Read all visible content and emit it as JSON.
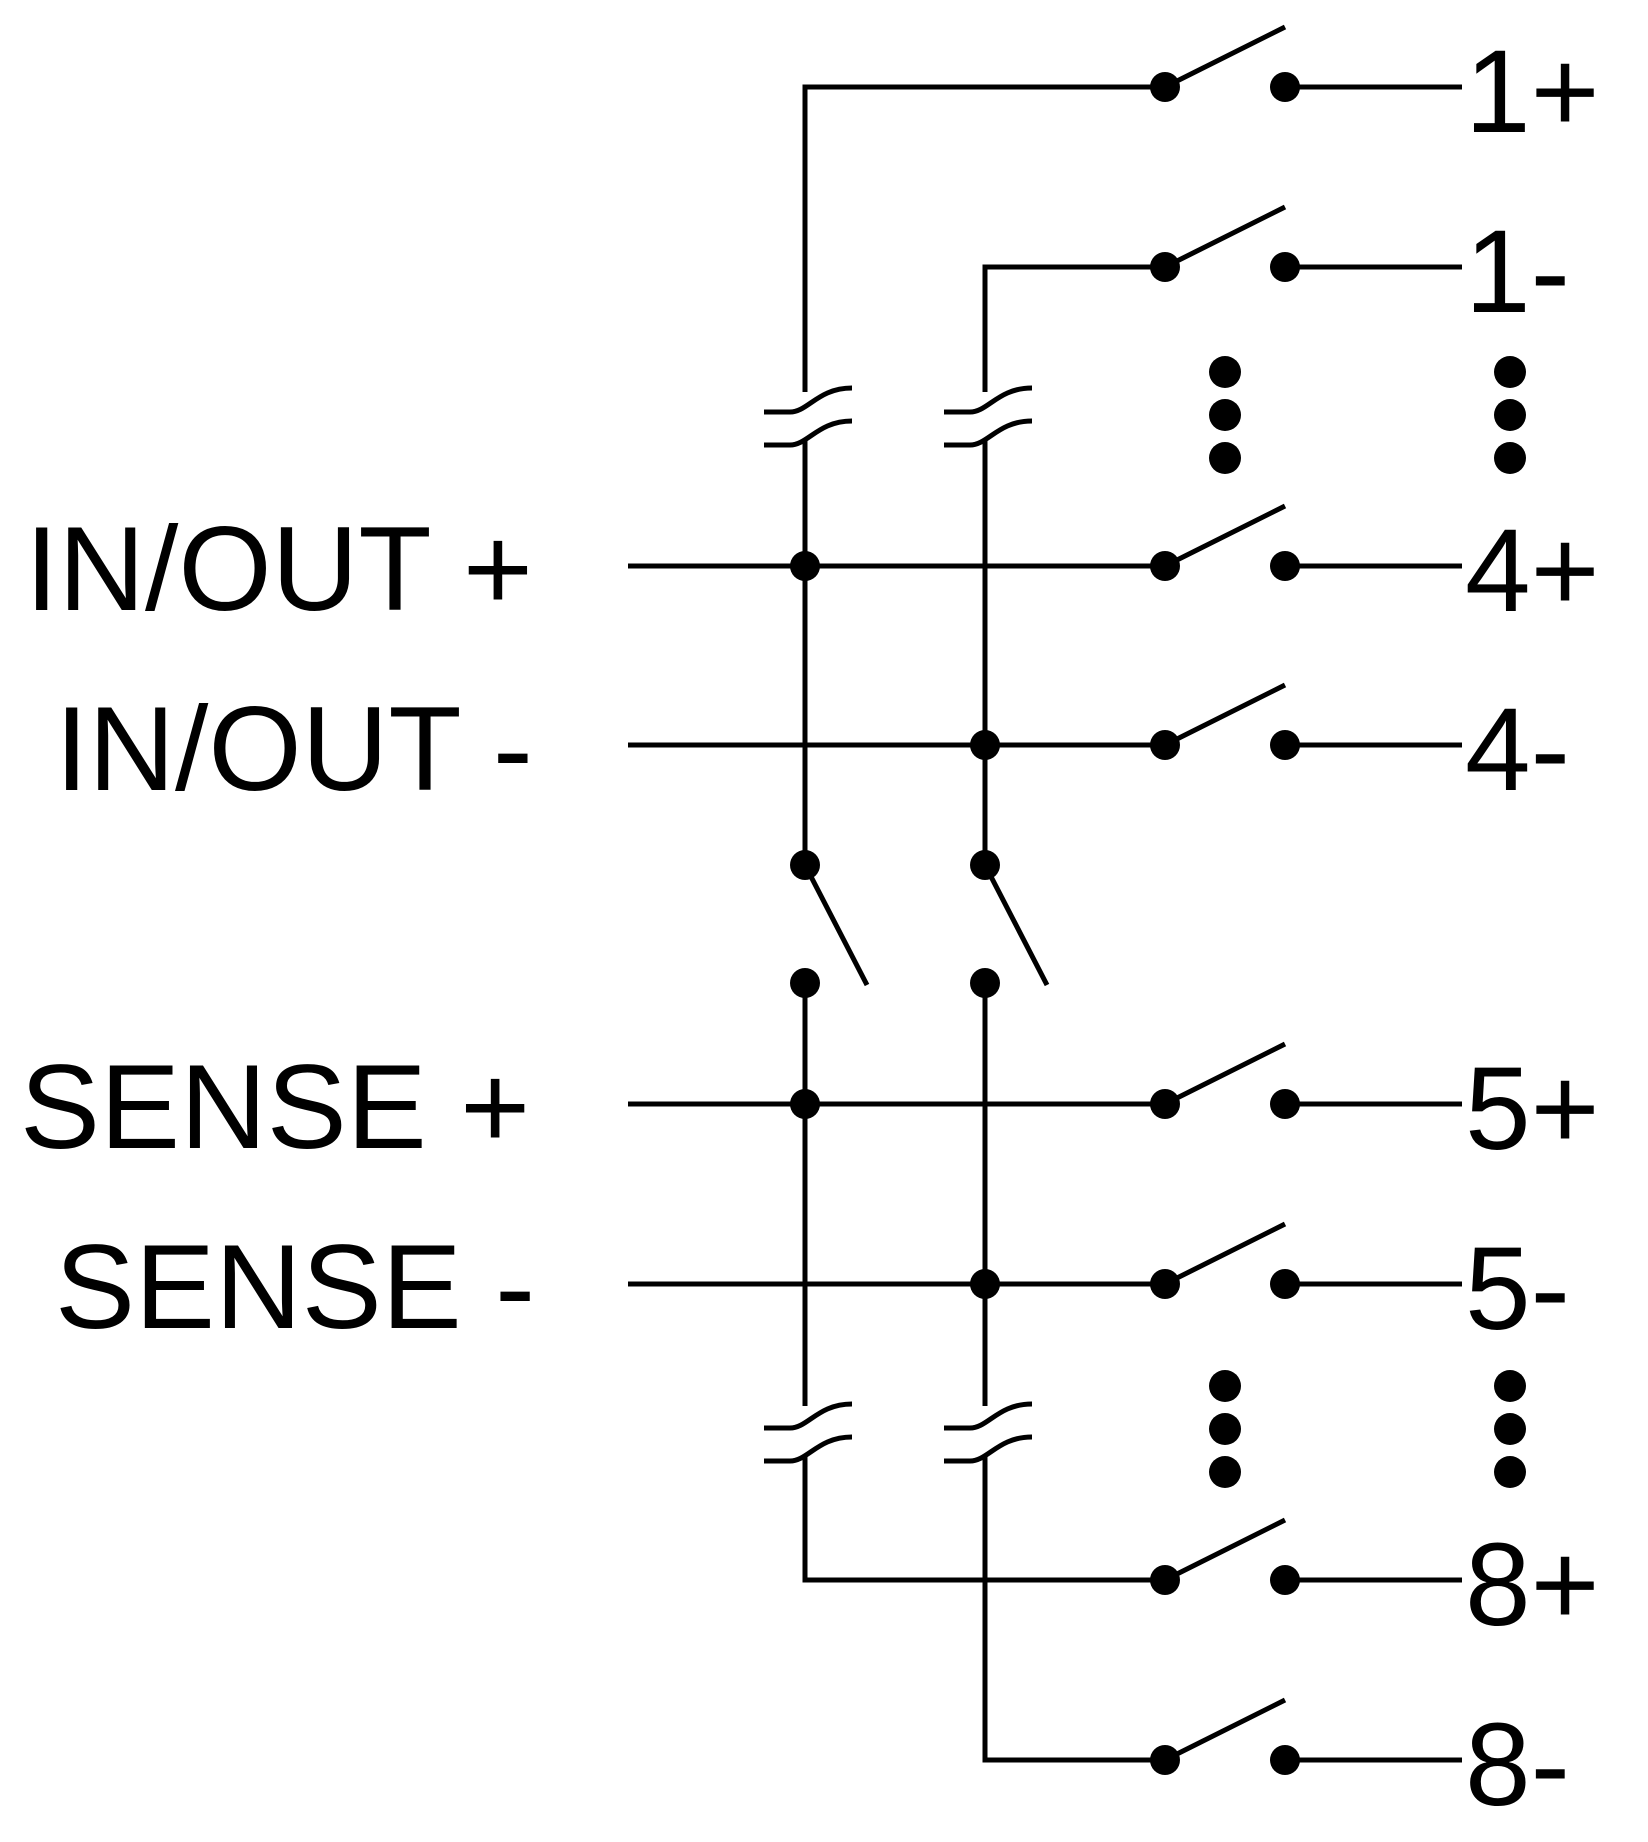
{
  "diagram": {
    "colors": {
      "line": "#000000",
      "background": "#ffffff"
    },
    "inputs": {
      "inout_plus": "IN/OUT +",
      "inout_minus": "IN/OUT -",
      "sense_plus": "SENSE +",
      "sense_minus": "SENSE -"
    },
    "channels": [
      "1+",
      "1-",
      "4+",
      "4-",
      "5+",
      "5-",
      "8+",
      "8-"
    ],
    "ellipsis_groups": 2,
    "relay_switch_count": 8,
    "mux_switch_count": 2
  }
}
